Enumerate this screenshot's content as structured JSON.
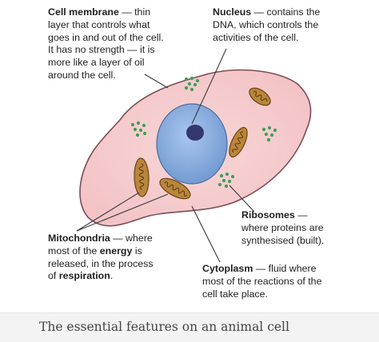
{
  "labels": {
    "cell_membrane": {
      "term": "Cell membrane",
      "line1_rest": " — thin",
      "line2": "layer that controls what",
      "line3": "goes in and out of the cell.",
      "line4": "It has no strength — it is",
      "line5": "more like a layer of oil",
      "line6": "around the cell."
    },
    "nucleus": {
      "term": "Nucleus",
      "line1_rest": " — contains the",
      "line2": "DNA, which controls the",
      "line3": "activities of the cell."
    },
    "ribosomes": {
      "term": "Ribosomes",
      "line1_rest": " —",
      "line2": "where proteins are",
      "line3": "synthesised (built)."
    },
    "mitochondria": {
      "term": "Mitochondria",
      "line1_rest": " — where",
      "line2_a": "most of the ",
      "line2_b": "energy",
      "line2_c": " is",
      "line3": "released, in the process",
      "line4_a": "of ",
      "line4_b": "respiration",
      "line4_c": "."
    },
    "cytoplasm": {
      "term": "Cytoplasm",
      "line1_rest": " — fluid where",
      "line2": "most of the reactions of the",
      "line3": "cell take place."
    }
  },
  "caption": "The essential features on an animal cell",
  "colors": {
    "cytoplasm_fill": "#f6cfd0",
    "membrane_stroke": "#7a4e55",
    "nucleus_fill": "#8fb3e0",
    "nucleolus_fill": "#34386e",
    "mitochondria_fill": "#b9863a",
    "ribosome_fill": "#3f9d57",
    "pointer_line": "#3a3a3a"
  }
}
